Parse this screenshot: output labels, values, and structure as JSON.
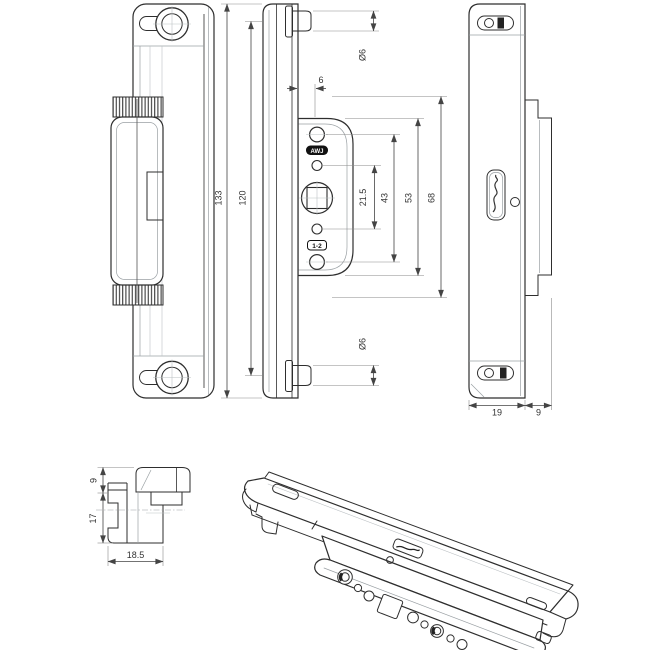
{
  "colors": {
    "background": "#ffffff",
    "line": "#2e2e2e",
    "badge_black": "#111111",
    "dim_text": "#333333"
  },
  "badges": {
    "awj": "AWJ",
    "range": "1-2"
  },
  "dims": {
    "h133": "133",
    "h120": "120",
    "off6": "6",
    "dia_top": "Ø6",
    "dia_bot": "Ø6",
    "g215": "21.5",
    "g43": "43",
    "g53": "53",
    "g68": "68",
    "w19": "19",
    "w9": "9",
    "p9": "9",
    "p17": "17",
    "p185": "18.5"
  }
}
